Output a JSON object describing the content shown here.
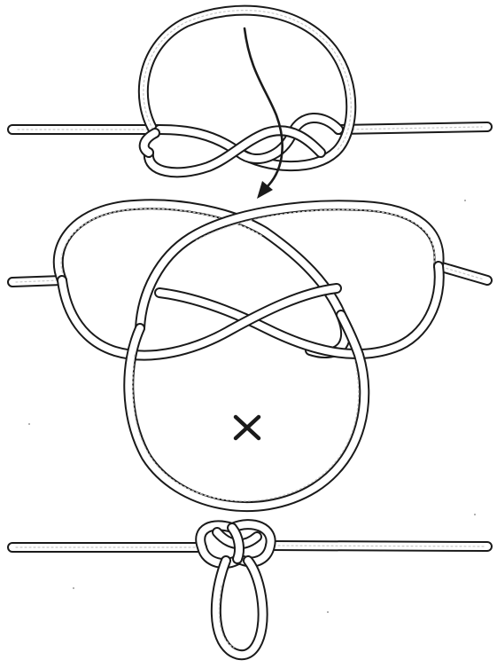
{
  "figure": {
    "panels": [
      {
        "name": "step-1",
        "elements": [
          "standing-rope",
          "loop",
          "arrow"
        ]
      },
      {
        "name": "step-2",
        "elements": [
          "standing-rope",
          "figure-eight-lobes",
          "center-loop",
          "x-mark"
        ]
      },
      {
        "name": "step-3",
        "elements": [
          "standing-rope",
          "finished-knot",
          "hanging-loop"
        ]
      }
    ],
    "mark_symbol": "×"
  },
  "colors": {
    "ink": "#1a1a1a",
    "rope": "#ffffff",
    "background": "#ffffff"
  }
}
